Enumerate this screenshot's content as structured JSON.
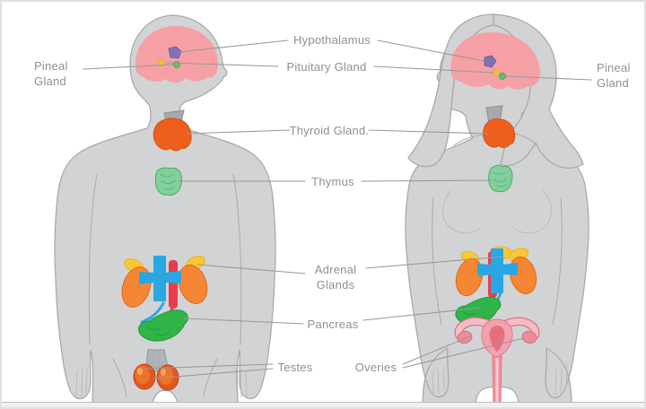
{
  "figure": {
    "labels": {
      "pineal_left": "Pineal Gland",
      "hypothalamus": "Hypothalamus",
      "pituitary": "Pituitary Gland",
      "thyroid": "Thyroid Gland.",
      "thymus": "Thymus",
      "adrenal": "Adrenal Glands",
      "pancreas": "Pancreas",
      "testes": "Testes",
      "ovaries": "Overies",
      "pineal_right": "Pineal Gland"
    },
    "colors": {
      "background": "#ffffff",
      "body": "#d2d3d4",
      "body_outline": "#a8aaab",
      "brain": "#f5a0a5",
      "hypothalamus": "#7e72b4",
      "pituitary": "#eec33b",
      "pineal": "#66bb6a",
      "trachea": "#a6a9ab",
      "thyroid": "#ee5f1e",
      "thymus": "#84cf9c",
      "kidney": "#f58633",
      "adrenal_gland": "#f9c834",
      "vessel_blue": "#2aa7e2",
      "vessel_red": "#e63e4e",
      "pancreas": "#2fb448",
      "testis": "#e1581f",
      "uterus": "#f2a2ae",
      "ovary": "#ec8c9b",
      "label_text": "#8d9093",
      "leader_line": "#97999c"
    }
  }
}
